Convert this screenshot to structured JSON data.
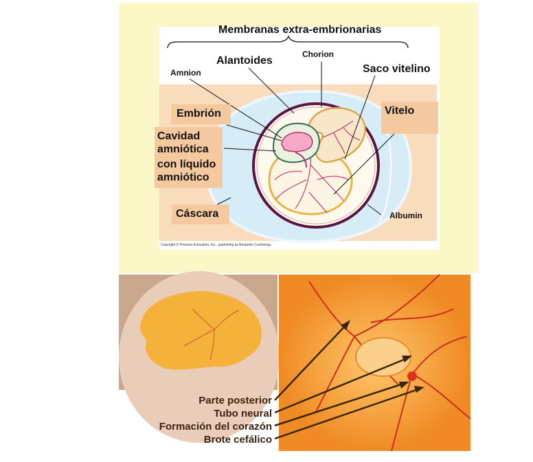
{
  "diagram": {
    "title": "Membranas extra-embrionarias",
    "labels": {
      "alantoides": "Alantoides",
      "chorion": "Chorion",
      "amnion": "Amnion",
      "saco_vitelino": "Saco vitelino",
      "embrion": "Embrión",
      "vitelo": "Vitelo",
      "cavidad": [
        "Cavidad",
        "amniótica",
        "con líquido",
        "amniótico"
      ],
      "cascara": "Cáscara",
      "albumin": "Albumin"
    },
    "copyright": "Copyright © Pearson Education, Inc., publishing as Benjamin Cummings."
  },
  "photo_labels": {
    "parte_posterior": "Parte posterior",
    "tubo_neural": "Tubo neural",
    "formacion_corazon": "Formación del corazón",
    "brote_cefalico": "Brote cefálico"
  },
  "colors": {
    "panel_bg": "#fbf7c7",
    "label_box": "#f5c9a0",
    "shell_fill": "#d6ecf7",
    "chorion_outline": "#5b1440",
    "yolk_vessels": "#e8b440"
  }
}
